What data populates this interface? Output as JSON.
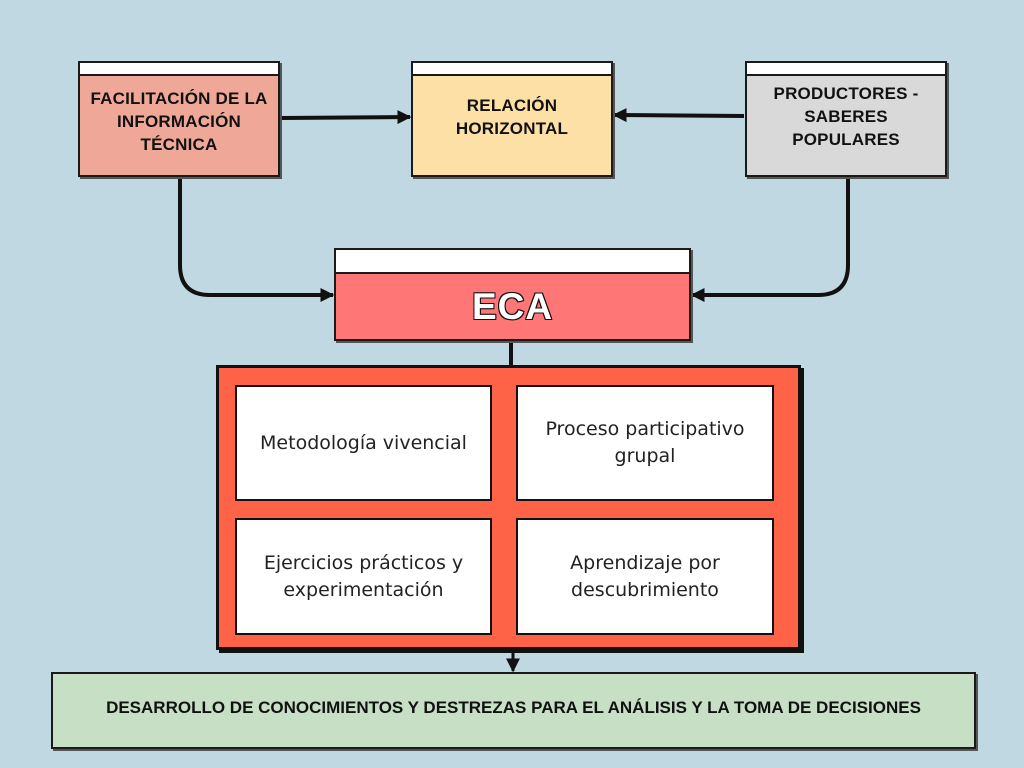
{
  "diagram": {
    "top_nodes": [
      {
        "id": "facilitacion",
        "label": "FACILITACIÓN DE LA INFORMACIÓN TÉCNICA",
        "color": "#efa898"
      },
      {
        "id": "relacion",
        "label": "RELACIÓN HORIZONTAL",
        "color": "#fde0a6"
      },
      {
        "id": "productores",
        "label": "PRODUCTORES - SABERES POPULARES",
        "color": "#d9d9d9"
      }
    ],
    "center_node": {
      "id": "eca",
      "label": "ECA",
      "color": "#ff7676"
    },
    "methods_panel": {
      "color": "#ff6347",
      "items": [
        {
          "label": "Metodología vivencial"
        },
        {
          "label": "Proceso participativo grupal"
        },
        {
          "label": "Ejercicios prácticos y experimentación"
        },
        {
          "label": "Aprendizaje por descubrimiento"
        }
      ]
    },
    "result_node": {
      "id": "desarrollo",
      "label": "DESARROLLO DE CONOCIMIENTOS Y DESTREZAS PARA EL ANÁLISIS Y LA TOMA DE DECISIONES",
      "color": "#c6dfc5"
    },
    "edges": [
      {
        "from": "facilitacion",
        "to": "relacion"
      },
      {
        "from": "productores",
        "to": "relacion"
      },
      {
        "from": "facilitacion",
        "to": "eca"
      },
      {
        "from": "productores",
        "to": "eca"
      },
      {
        "from": "eca",
        "to": "methods_panel"
      },
      {
        "from": "methods_panel",
        "to": "desarrollo"
      }
    ],
    "background_color": "#c0d8e2"
  }
}
